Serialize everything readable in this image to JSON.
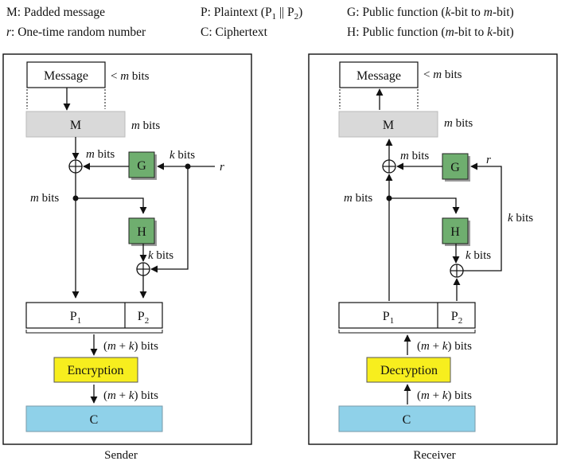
{
  "legend": {
    "col1": {
      "line1": {
        "sym": "M",
        "text": ": Padded message"
      },
      "line2": {
        "sym": "r",
        "text": ": One-time random number"
      }
    },
    "col2": {
      "line1": {
        "pre": "P: Plaintext (P",
        "sub1": "1",
        "mid": " || P",
        "sub2": "2",
        "post": ")"
      },
      "line2": {
        "text": "C: Ciphertext"
      }
    },
    "col3": {
      "line1": {
        "pre": "G: Public function (",
        "a": "k",
        "mid": "-bit to ",
        "b": "m",
        "post": "-bit)"
      },
      "line2": {
        "pre": "H: Public function (",
        "a": "m",
        "mid": "-bit to ",
        "b": "k",
        "post": "-bit)"
      }
    }
  },
  "sender": {
    "title": "Sender",
    "message": "Message",
    "lt": "<",
    "m": "m",
    "bits": " bits",
    "M": "M",
    "G": "G",
    "H": "H",
    "k": "k",
    "r": "r",
    "P": "P",
    "sub1": "1",
    "sub2": "2",
    "mk_pre": "(",
    "mk_m": "m",
    "mk_plus": " + ",
    "mk_k": "k",
    "mk_post": ") bits",
    "process": "Encryption",
    "C": "C"
  },
  "receiver": {
    "title": "Receiver",
    "message": "Message",
    "lt": "<",
    "m": "m",
    "bits": " bits",
    "M": "M",
    "G": "G",
    "H": "H",
    "k": "k",
    "r": "r",
    "P": "P",
    "sub1": "1",
    "sub2": "2",
    "mk_pre": "(",
    "mk_m": "m",
    "mk_plus": " + ",
    "mk_k": "k",
    "mk_post": ") bits",
    "process": "Decryption",
    "C": "C"
  },
  "colors": {
    "gray_box": "#d9d9d9",
    "green_box": "#6fae6f",
    "yellow_box": "#f7ee1e",
    "cyan_box": "#8fd1e9"
  }
}
